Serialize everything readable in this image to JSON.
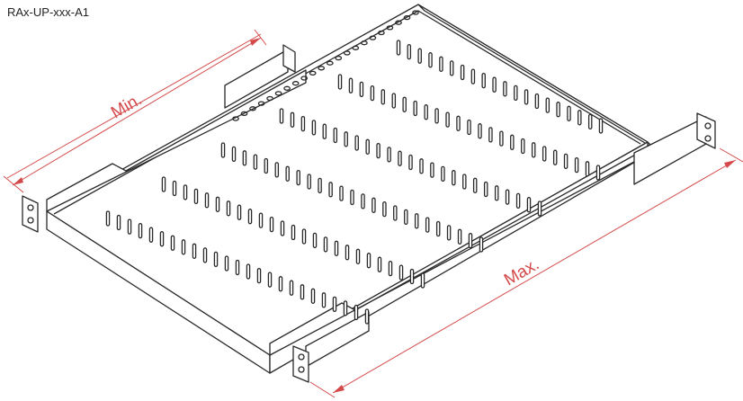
{
  "model_label": "RAx-UP-xxx-A1",
  "dimensions": {
    "min_label": "Min.",
    "max_label": "Max."
  },
  "colors": {
    "line": "#2a2a2a",
    "dimension": "#d44a4a",
    "background": "#ffffff"
  }
}
